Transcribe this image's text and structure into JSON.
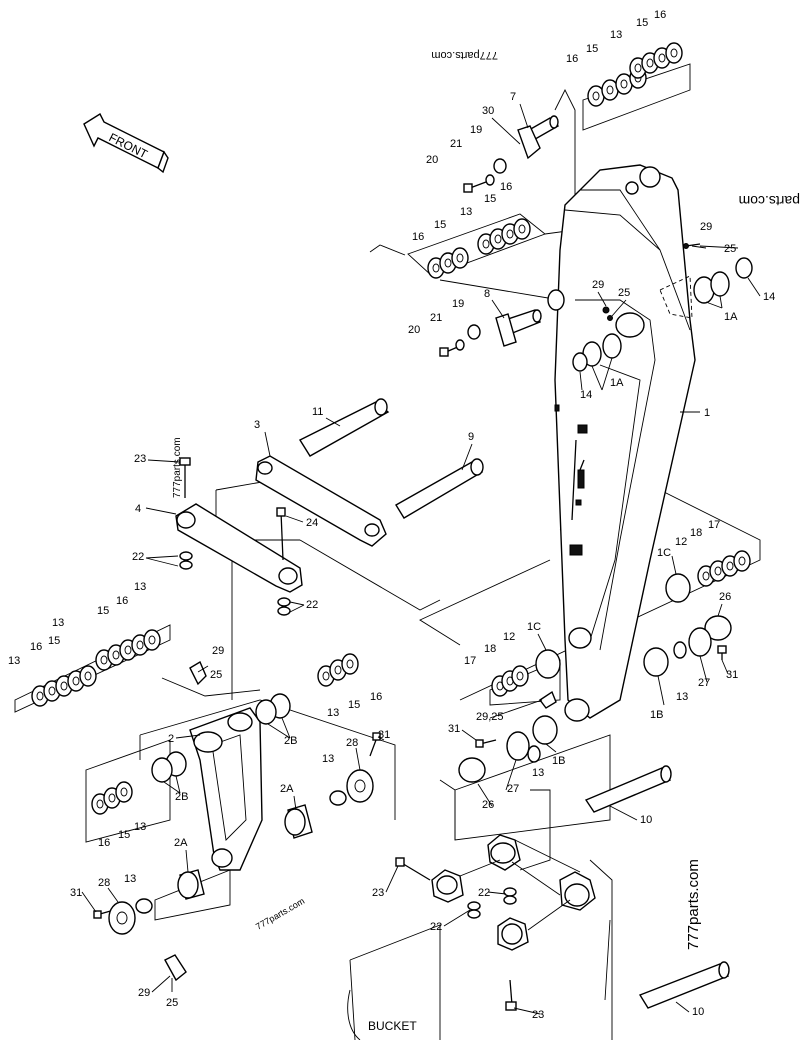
{
  "front_arrow_label": "FRONT",
  "bucket_label": "BUCKET",
  "watermarks": {
    "top_mirrored": "777parts.com",
    "right_mirrored": "parts.com",
    "vertical_small": "777parts.com",
    "bottom_right": "777parts.com",
    "bottom_small": "777parts.com"
  },
  "callouts": {
    "n1": "1",
    "n1A_a": "1A",
    "n1A_b": "1A",
    "n1B_a": "1B",
    "n1B_b": "1B",
    "n1C_a": "1C",
    "n1C_b": "1C",
    "n2": "2",
    "n2A_a": "2A",
    "n2A_b": "2A",
    "n2B_a": "2B",
    "n2B_b": "2B",
    "n3": "3",
    "n4": "4",
    "n7": "7",
    "n8": "8",
    "n9": "9",
    "n10_a": "10",
    "n10_b": "10",
    "n11": "11",
    "n12_a": "12",
    "n12_b": "12",
    "n13_a": "13",
    "n13_b": "13",
    "n13_c": "13",
    "n13_d": "13",
    "n13_e": "13",
    "n13_f": "13",
    "n13_g": "13",
    "n13_h": "13",
    "n13_i": "13",
    "n13_j": "13",
    "n13_k": "13",
    "n14_a": "14",
    "n14_b": "14",
    "n15_a": "15",
    "n15_b": "15",
    "n15_c": "15",
    "n15_d": "15",
    "n15_e": "15",
    "n15_f": "15",
    "n15_g": "15",
    "n15_h": "15",
    "n16_a": "16",
    "n16_b": "16",
    "n16_c": "16",
    "n16_d": "16",
    "n16_e": "16",
    "n16_f": "16",
    "n16_g": "16",
    "n16_h": "16",
    "n17_a": "17",
    "n17_b": "17",
    "n18_a": "18",
    "n18_b": "18",
    "n19_a": "19",
    "n19_b": "19",
    "n20_a": "20",
    "n20_b": "20",
    "n21_a": "21",
    "n21_b": "21",
    "n22_a": "22",
    "n22_b": "22",
    "n22_c": "22",
    "n22_d": "22",
    "n23_a": "23",
    "n23_b": "23",
    "n23_c": "23",
    "n24": "24",
    "n25_a": "25",
    "n25_b": "25",
    "n25_c": "25",
    "n25_d": "25",
    "n26_a": "26",
    "n26_b": "26",
    "n27_a": "27",
    "n27_b": "27",
    "n28_a": "28",
    "n28_b": "28",
    "n29_a": "29",
    "n29_b": "29",
    "n29_c": "29",
    "n29_d": "29",
    "n29_25": "29,25",
    "n30": "30",
    "n31_a": "31",
    "n31_b": "31",
    "n31_c": "31",
    "n31_d": "31"
  }
}
